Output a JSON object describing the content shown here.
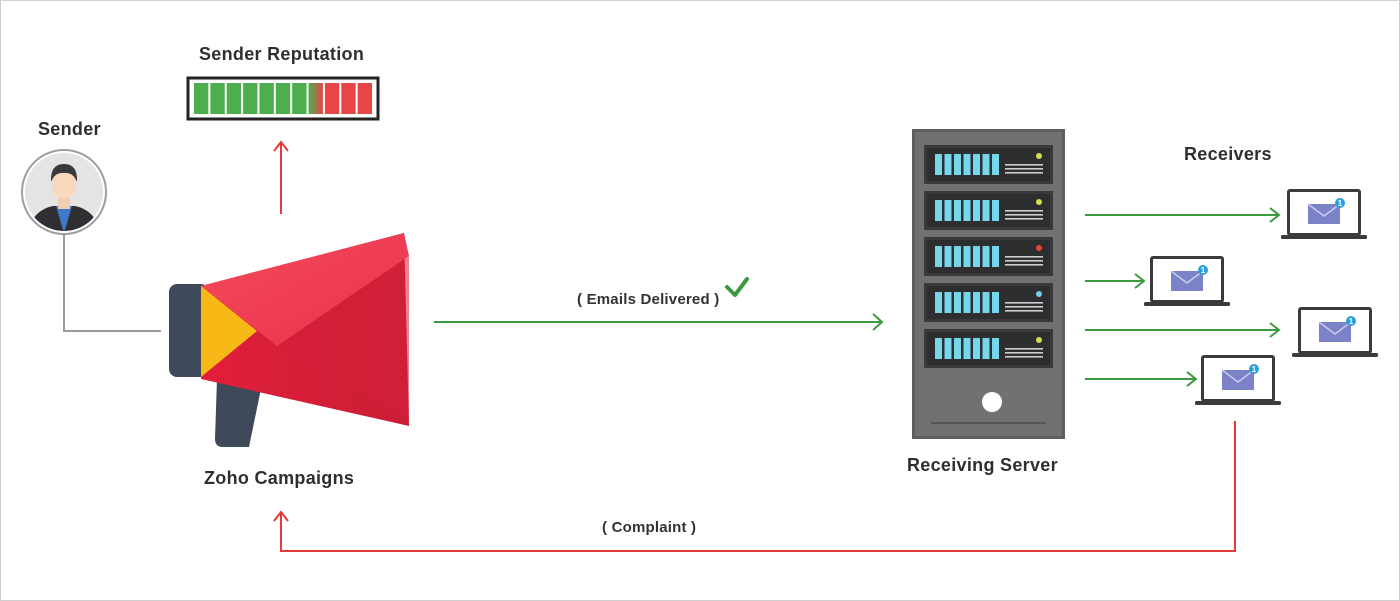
{
  "labels": {
    "sender": "Sender",
    "sender_reputation": "Sender Reputation",
    "zoho_campaigns": "Zoho Campaigns",
    "emails_delivered": "( Emails Delivered )",
    "receiving_server": "Receiving Server",
    "receivers": "Receivers",
    "complaint": "( Complaint )"
  },
  "reputation_meter": {
    "green_segments": 7,
    "transition_segments": 1,
    "red_segments": 3
  },
  "server_led_colors": [
    "#d7e04a",
    "#d7e04a",
    "#e8463c",
    "#6fd0e6",
    "#d7e04a"
  ],
  "receiver_laptops": [
    {
      "notification_count": "1"
    },
    {
      "notification_count": "1"
    },
    {
      "notification_count": "1"
    },
    {
      "notification_count": "1"
    }
  ],
  "colors": {
    "delivery_arrow": "#3a9a3f",
    "complaint_arrow": "#e23b3b",
    "megaphone_red": "#e52142",
    "megaphone_yellow": "#f6b915",
    "server_body": "#5f5f61",
    "envelope": "#7b82c8"
  }
}
